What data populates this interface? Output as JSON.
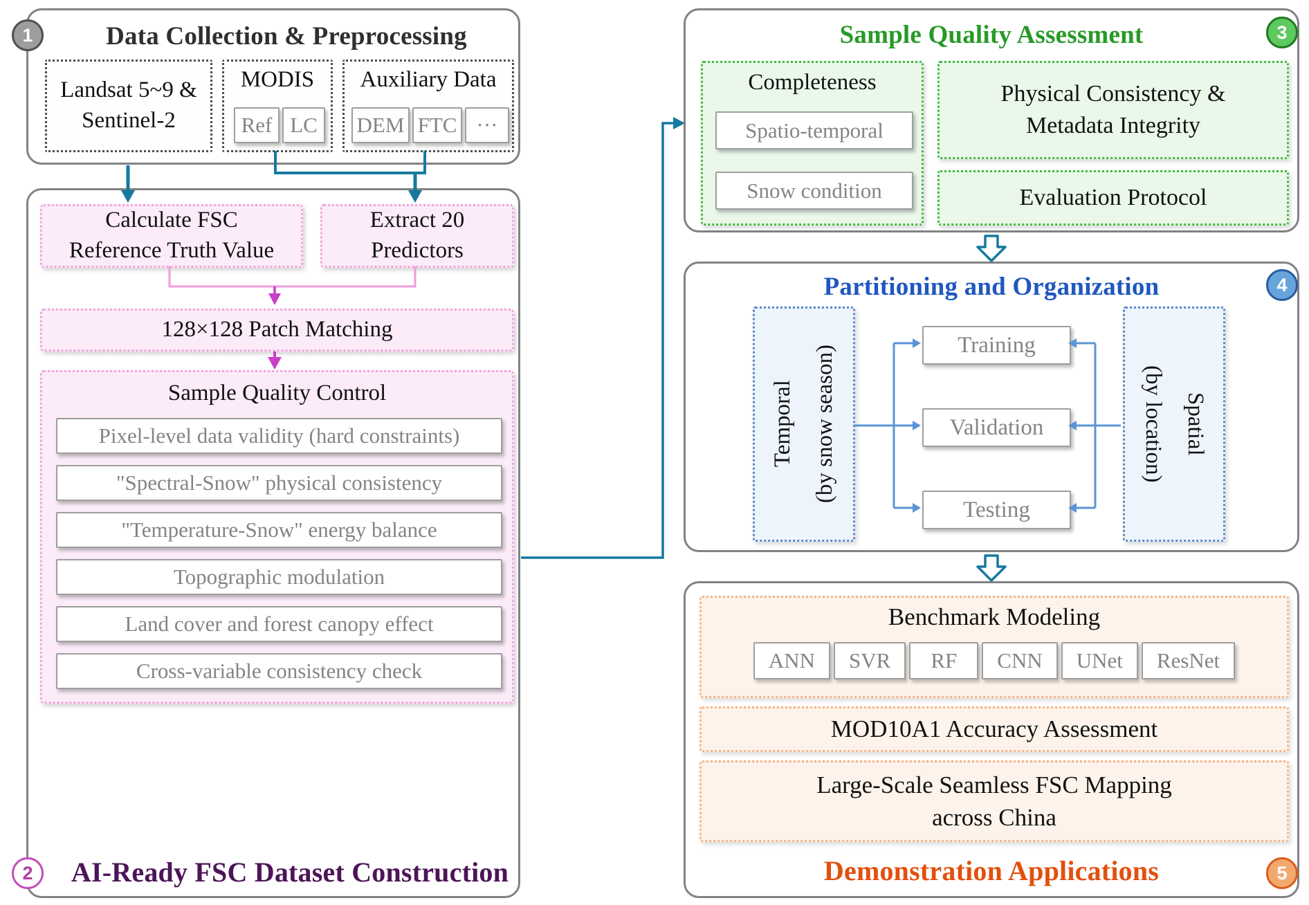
{
  "colors": {
    "teal_arrow": "#15799e",
    "pink_fill": "#fcebf8",
    "pink_border": "#efa6dc",
    "magenta_arrow": "#c93fc6",
    "green_accent": "#279a27",
    "blue_accent": "#2057c0",
    "orange_accent": "#e2500e",
    "purple_title": "#4d1458",
    "gray_text": "#848484"
  },
  "panel1": {
    "badge": "1",
    "title": "Data Collection & Preprocessing",
    "landsat": {
      "line1": "Landsat 5~9 &",
      "line2": "Sentinel-2"
    },
    "modis": {
      "title": "MODIS",
      "items": [
        "Ref",
        "LC"
      ]
    },
    "auxiliary": {
      "title": "Auxiliary Data",
      "items": [
        "DEM",
        "FTC",
        "···"
      ]
    }
  },
  "panel2": {
    "badge": "2",
    "title": "AI-Ready FSC Dataset Construction",
    "calc_fsc": {
      "line1": "Calculate FSC",
      "line2": "Reference Truth Value"
    },
    "extract": {
      "line1": "Extract 20",
      "line2": "Predictors"
    },
    "patch_matching": "128×128 Patch Matching",
    "quality_control": {
      "title": "Sample Quality Control",
      "checks": [
        "Pixel-level data validity (hard constraints)",
        "\"Spectral-Snow\" physical consistency",
        "\"Temperature-Snow\" energy balance",
        "Topographic modulation",
        "Land cover and forest canopy effect",
        "Cross-variable consistency check"
      ]
    }
  },
  "panel3": {
    "badge": "3",
    "title": "Sample Quality Assessment",
    "completeness": {
      "title": "Completeness",
      "items": [
        "Spatio-temporal",
        "Snow condition"
      ]
    },
    "physical": {
      "line1": "Physical Consistency &",
      "line2": "Metadata Integrity"
    },
    "evaluation": "Evaluation Protocol"
  },
  "panel4": {
    "badge": "4",
    "title": "Partitioning and Organization",
    "temporal": {
      "line1": "Temporal",
      "line2": "(by snow season)"
    },
    "spatial": {
      "line1": "Spatial",
      "line2": "(by location)"
    },
    "splits": [
      "Training",
      "Validation",
      "Testing"
    ]
  },
  "panel5": {
    "badge": "5",
    "title": "Demonstration Applications",
    "benchmark": {
      "title": "Benchmark Modeling",
      "models": [
        "ANN",
        "SVR",
        "RF",
        "CNN",
        "UNet",
        "ResNet"
      ]
    },
    "mod10a1": "MOD10A1 Accuracy Assessment",
    "mapping": {
      "line1": "Large-Scale Seamless FSC Mapping",
      "line2": "across China"
    }
  }
}
